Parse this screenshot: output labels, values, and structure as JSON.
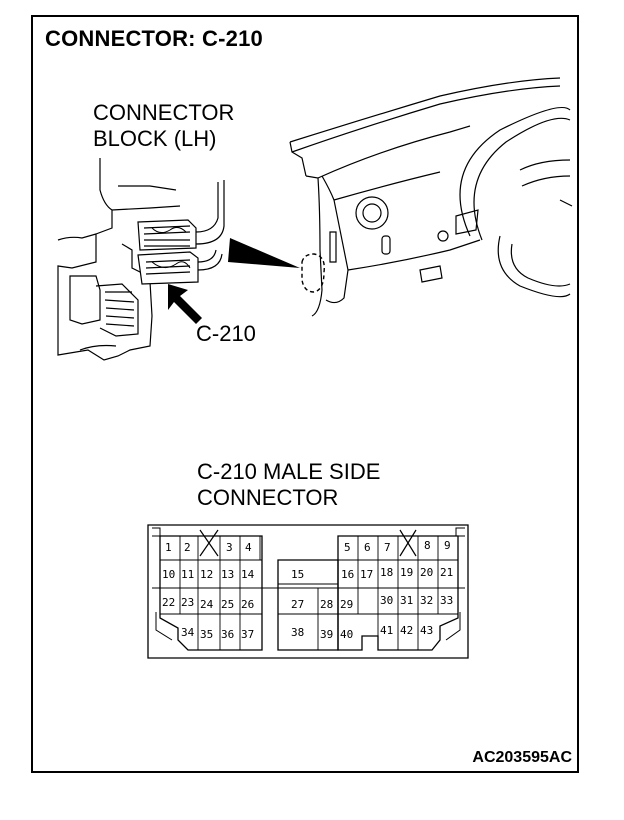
{
  "title": "CONNECTOR: C-210",
  "location_label": "CONNECTOR\nBLOCK (LH)",
  "connector_callout": "C-210",
  "face_view_label": "C-210 MALE SIDE\nCONNECTOR",
  "figure_code": "AC203595AC",
  "pins": {
    "row1": [
      "1",
      "2",
      "3",
      "4",
      "5",
      "6",
      "7",
      "8",
      "9"
    ],
    "row2": [
      "10",
      "11",
      "12",
      "13",
      "14",
      "15",
      "16",
      "17",
      "18",
      "19",
      "20",
      "21"
    ],
    "row3": [
      "22",
      "23",
      "24",
      "25",
      "26",
      "27",
      "28",
      "29",
      "30",
      "31",
      "32",
      "33"
    ],
    "row4": [
      "34",
      "35",
      "36",
      "37",
      "38",
      "39",
      "40",
      "41",
      "42",
      "43"
    ]
  }
}
